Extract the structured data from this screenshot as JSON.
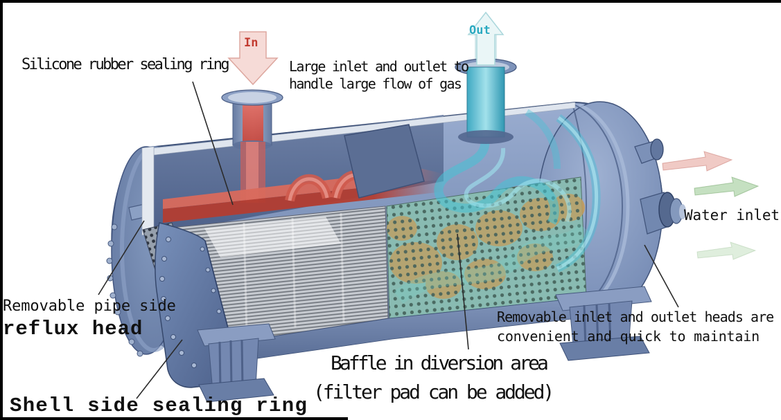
{
  "flow": {
    "in_label": "In",
    "out_label": "Out"
  },
  "annotations": {
    "silicone_ring": "Silicone rubber sealing ring",
    "large_inlet_line1": "Large inlet and outlet to",
    "large_inlet_line2": "handle large flow of gas",
    "water_inlet": "Water inlet",
    "reflux_head_line1": "Removable pipe side",
    "reflux_head_line2": "reflux head",
    "shell_seal": "Shell side sealing ring",
    "baffle_line1": "Baffle in diversion area",
    "baffle_line2": "(filter pad can be added)",
    "heads_line1": "Removable inlet and outlet heads are",
    "heads_line2": "convenient and quick to maintain"
  },
  "colors": {
    "background": "#ffffff",
    "frame": "#000000",
    "label_text": "#111111",
    "shell": "#8399bf",
    "shell_dark": "#54678f",
    "interior": "#5e7196",
    "hot_flow": "#cc4f43",
    "cold_flow": "#45c2d8",
    "baffle_teal": "#8cbbae",
    "baffle_gold": "#c89c55",
    "tube_gray": "#c3c7cc",
    "in_text": "#c23b30",
    "out_text": "#2aa9c0"
  }
}
